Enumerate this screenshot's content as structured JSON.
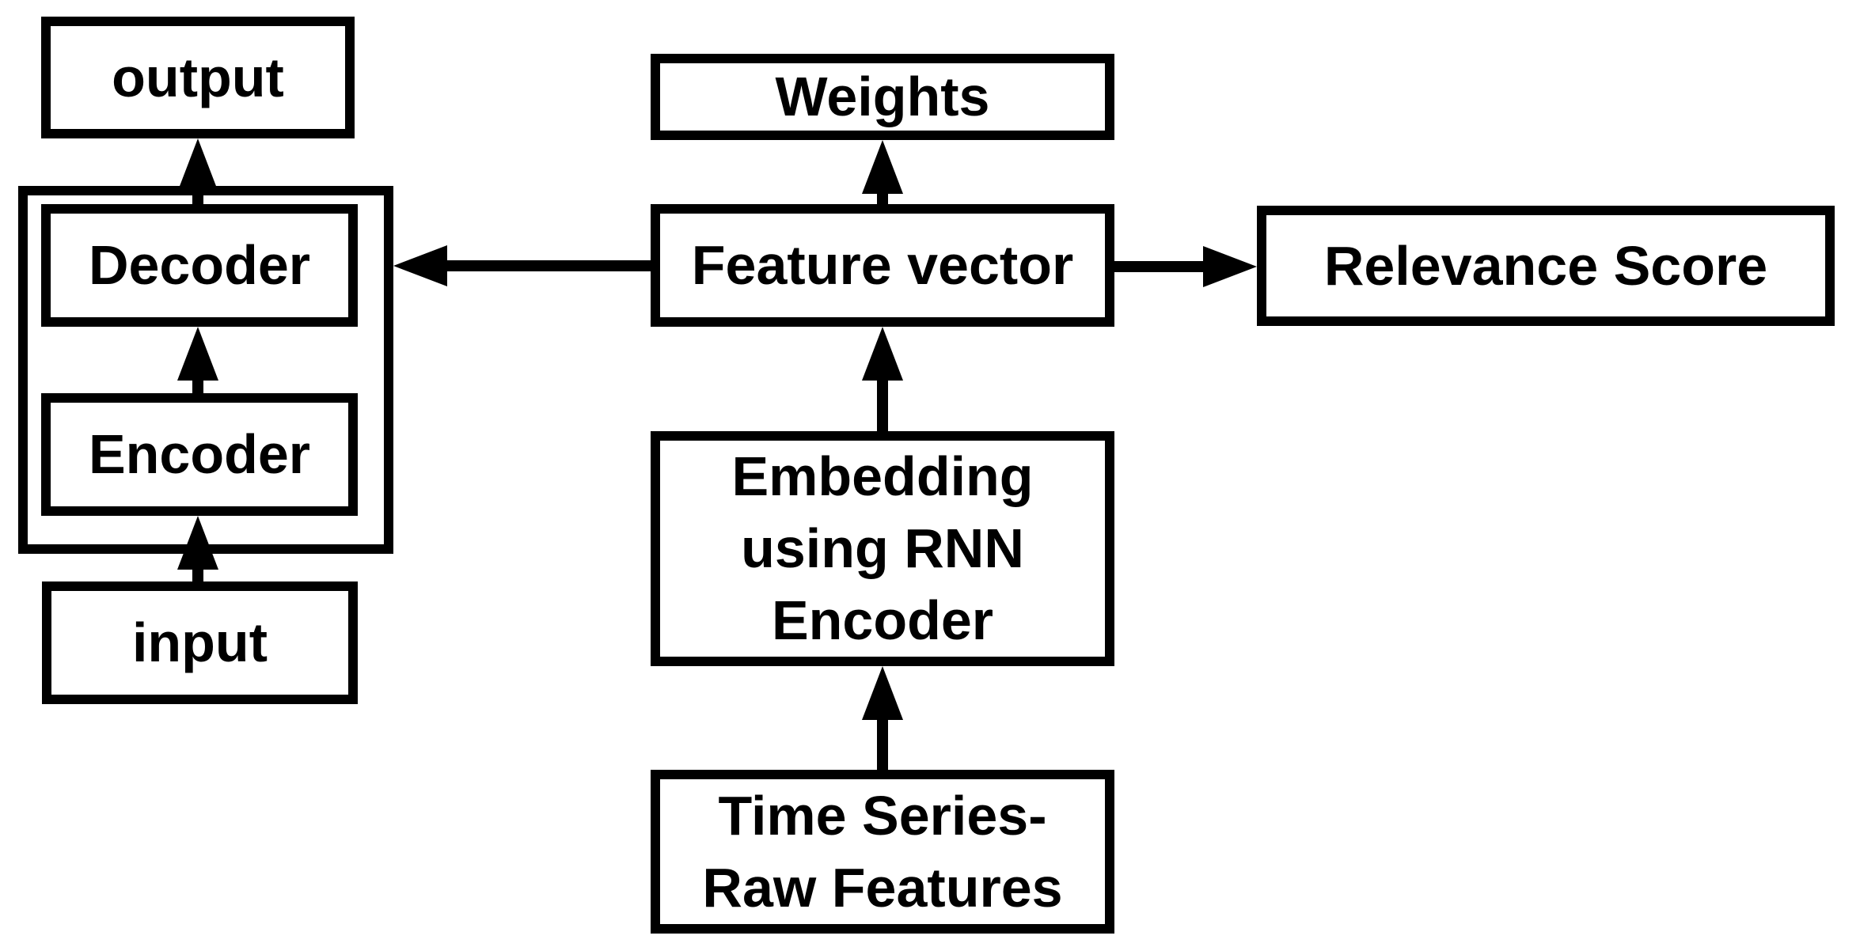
{
  "diagram": {
    "type": "block-flow-diagram",
    "colors": {
      "background": "#ffffff",
      "line": "#000000",
      "text": "#000000"
    },
    "nodes": {
      "output": {
        "label": "output"
      },
      "decoder": {
        "label": "Decoder"
      },
      "encoder": {
        "label": "Encoder"
      },
      "input": {
        "label": "input"
      },
      "weights": {
        "label": "Weights"
      },
      "feature_vector": {
        "label": "Feature vector"
      },
      "embedding": {
        "label": "Embedding\nusing RNN\nEncoder"
      },
      "time_series": {
        "label": "Time Series-\nRaw Features"
      },
      "relevance_score": {
        "label": "Relevance Score"
      }
    },
    "edges": [
      {
        "from": "input",
        "to": "encoder",
        "direction": "up"
      },
      {
        "from": "encoder",
        "to": "decoder",
        "direction": "up"
      },
      {
        "from": "decoder",
        "to": "output",
        "direction": "up"
      },
      {
        "from": "time_series",
        "to": "embedding",
        "direction": "up"
      },
      {
        "from": "embedding",
        "to": "feature_vector",
        "direction": "up"
      },
      {
        "from": "feature_vector",
        "to": "weights",
        "direction": "up"
      },
      {
        "from": "feature_vector",
        "to": "encoder_decoder_container",
        "direction": "left"
      },
      {
        "from": "feature_vector",
        "to": "relevance_score",
        "direction": "right"
      }
    ]
  }
}
